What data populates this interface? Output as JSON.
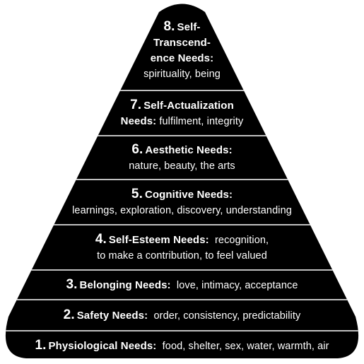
{
  "pyramid": {
    "levels": [
      {
        "number": "8.",
        "lines": [
          {
            "name": "Self-",
            "desc": ""
          },
          {
            "name": "Transcend-",
            "desc": ""
          },
          {
            "name": "ence Needs:",
            "desc": ""
          },
          {
            "name": "",
            "desc": "spirituality, being"
          }
        ]
      },
      {
        "number": "7.",
        "lines": [
          {
            "name": "Self-Actualization",
            "desc": ""
          },
          {
            "name": "Needs:",
            "desc": " fulfilment, integrity"
          }
        ]
      },
      {
        "number": "6.",
        "lines": [
          {
            "name": "Aesthetic Needs:",
            "desc": ""
          },
          {
            "name": "",
            "desc": "nature, beauty, the arts"
          }
        ]
      },
      {
        "number": "5.",
        "lines": [
          {
            "name": "Cognitive Needs:",
            "desc": ""
          },
          {
            "name": "",
            "desc": "learnings, exploration, discovery, understanding"
          }
        ]
      },
      {
        "number": "4.",
        "lines": [
          {
            "name": "Self-Esteem Needs:",
            "desc": "  recognition,"
          },
          {
            "name": "",
            "desc": "to make a contribution, to feel valued"
          }
        ]
      },
      {
        "number": "3.",
        "lines": [
          {
            "name": "Belonging Needs:",
            "desc": "  love, intimacy, acceptance"
          }
        ]
      },
      {
        "number": "2.",
        "lines": [
          {
            "name": "Safety Needs:",
            "desc": "  order, consistency, predictability"
          }
        ]
      },
      {
        "number": "1.",
        "lines": [
          {
            "name": "Physiological Needs:",
            "desc": "  food, shelter, sex, water, warmth, air"
          }
        ]
      }
    ]
  }
}
